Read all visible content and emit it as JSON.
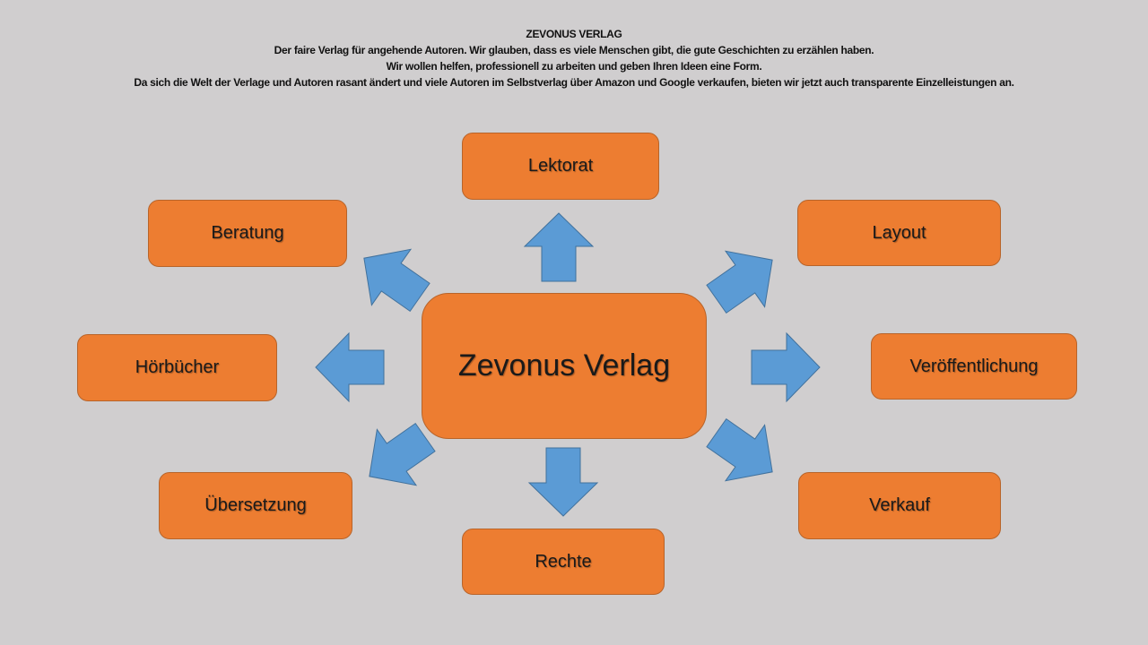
{
  "header": {
    "title": "ZEVONUS VERLAG",
    "lines": [
      "Der faire Verlag für angehende Autoren. Wir glauben, dass es viele Menschen gibt, die gute Geschichten zu erzählen haben.",
      "Wir wollen helfen, professionell zu arbeiten und geben Ihren Ideen eine Form.",
      "Da  sich die Welt der Verlage und Autoren rasant  ändert und viele Autoren im Selbstverlag über Amazon und Google verkaufen, bieten wir jetzt auch transparente Einzelleistungen an."
    ]
  },
  "diagram": {
    "center": "Zevonus Verlag",
    "nodes": {
      "lektorat": "Lektorat",
      "beratung": "Beratung",
      "layout": "Layout",
      "hoerbuecher": "Hörbücher",
      "veroeffentlichung": "Veröffentlichung",
      "uebersetzung": "Übersetzung",
      "verkauf": "Verkauf",
      "rechte": "Rechte"
    }
  },
  "colors": {
    "background": "#d0cecf",
    "box": "#ed7d31",
    "arrow": "#5b9bd5",
    "arrow_stroke": "#41719c"
  }
}
